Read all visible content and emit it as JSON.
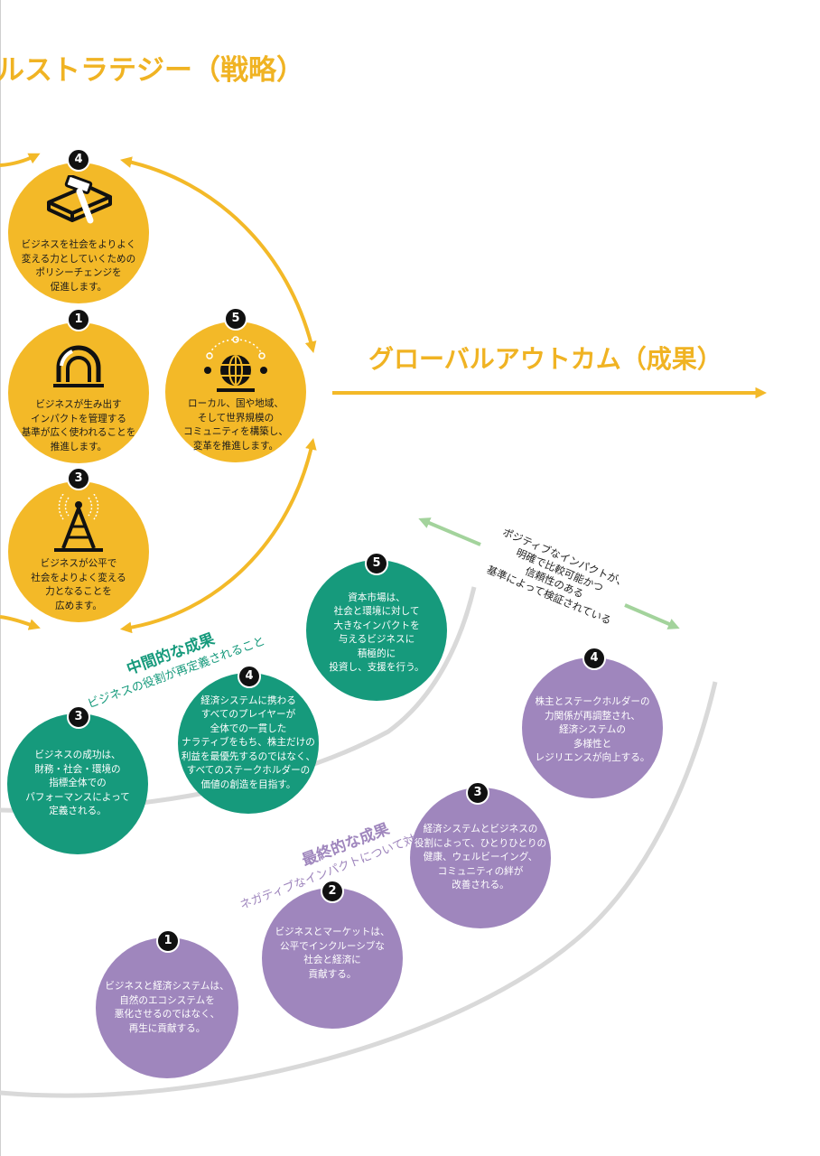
{
  "strategy_title": "ルストラテジー（戦略）",
  "outcome_title": "グローバルアウトカム（成果）",
  "colors": {
    "accent_yellow": "#f3b928",
    "outcome_green": "#169a7c",
    "outcome_purple": "#9f86bd",
    "verify_arrow_green": "#a3d39c",
    "arc_gray": "#d9d9d9"
  },
  "strategy_circles": [
    {
      "number": "4",
      "icon": "gavel-book-icon",
      "lines": [
        "ビジネスを社会をよりよく",
        "変える力としていくための",
        "ポリシーチェンジを",
        "促進します。"
      ]
    },
    {
      "number": "1",
      "icon": "meter-gauge-icon",
      "lines": [
        "ビジネスが生み出す",
        "インパクトを管理する",
        "基準が広く使われることを",
        "推進します。"
      ]
    },
    {
      "number": "5",
      "icon": "globe-network-icon",
      "lines": [
        "ローカル、国や地域、",
        "そして世界規模の",
        "コミュニティを構築し、",
        "変革を推進します。"
      ]
    },
    {
      "number": "3",
      "icon": "broadcast-tower-icon",
      "lines": [
        "ビジネスが公平で",
        "社会をよりよく変える",
        "力となることを",
        "広めます。"
      ]
    }
  ],
  "intermediate": {
    "title": "中間的な成果",
    "subtitle": "ビジネスの役割が再定義されること",
    "items": [
      {
        "number": "3",
        "lines": [
          "ビジネスの成功は、",
          "財務・社会・環境の",
          "指標全体での",
          "パフォーマンスによって",
          "定義される。"
        ]
      },
      {
        "number": "4",
        "lines": [
          "経済システムに携わる",
          "すべてのプレイヤーが",
          "全体での一貫した",
          "ナラティブをもち、株主だけの",
          "利益を最優先するのではなく、",
          "すべてのステークホルダーの",
          "価値の創造を目指す。"
        ]
      },
      {
        "number": "5",
        "lines": [
          "資本市場は、",
          "社会と環境に対して",
          "大きなインパクトを",
          "与えるビジネスに",
          "積極的に",
          "投資し、支援を行う。"
        ]
      }
    ]
  },
  "final": {
    "title": "最終的な成果",
    "subtitle": "ネガティブなインパクトについて対処されている",
    "items": [
      {
        "number": "1",
        "lines": [
          "ビジネスと経済システムは、",
          "自然のエコシステムを",
          "悪化させるのではなく、",
          "再生に貢献する。"
        ]
      },
      {
        "number": "2",
        "lines": [
          "ビジネスとマーケットは、",
          "公平でインクルーシブな",
          "社会と経済に",
          "貢献する。"
        ]
      },
      {
        "number": "3",
        "lines": [
          "経済システムとビジネスの",
          "役割によって、ひとりひとりの",
          "健康、ウェルビーイング、",
          "コミュニティの絆が",
          "改善される。"
        ]
      },
      {
        "number": "4",
        "lines": [
          "株主とステークホルダーの",
          "力関係が再調整され、",
          "経済システムの",
          "多様性と",
          "レジリエンスが向上する。"
        ]
      }
    ]
  },
  "verification_lines": [
    "ポジティブなインパクトが、",
    "明確で比較可能かつ",
    "信頼性のある",
    "基準によって検証されている"
  ]
}
